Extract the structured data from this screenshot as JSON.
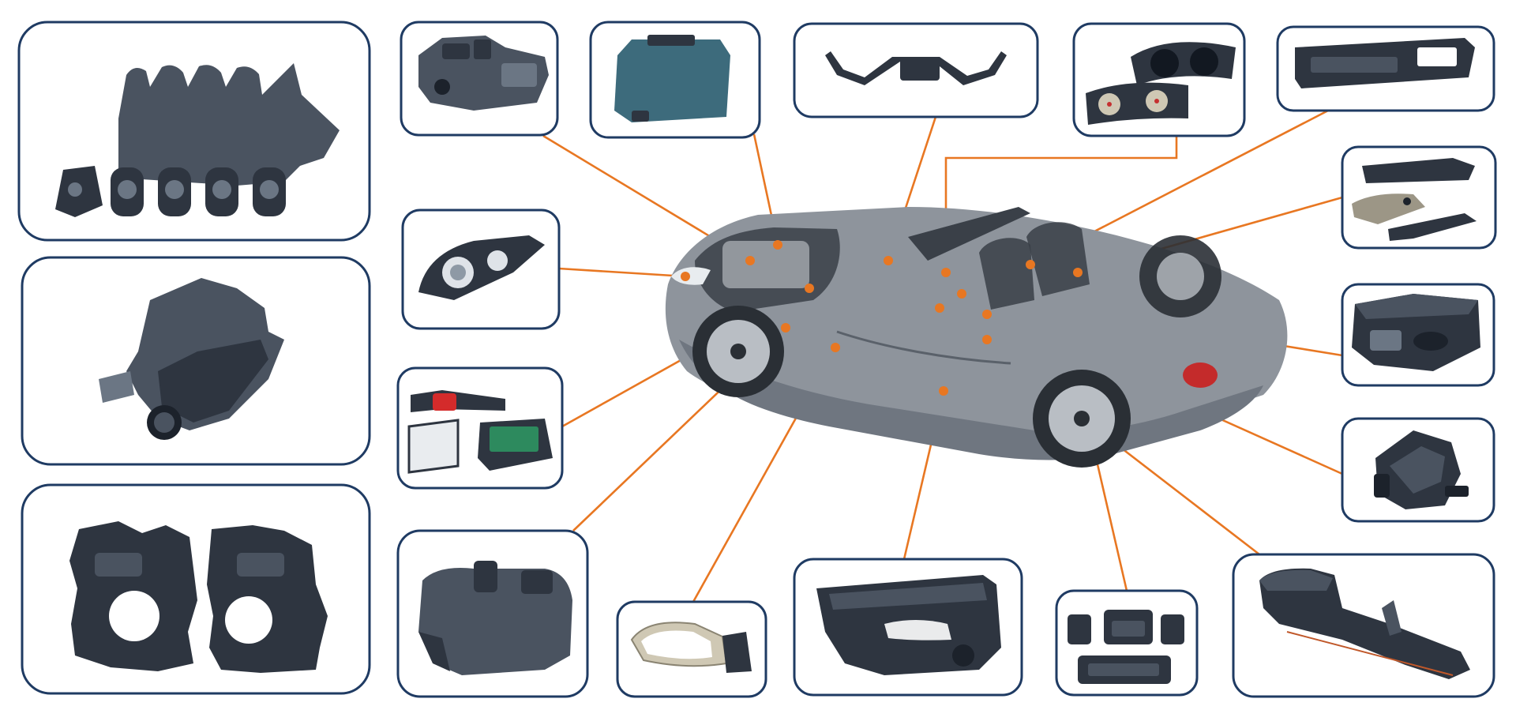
{
  "diagram": {
    "accent_color": "#e87722",
    "frame_color": "#1f3b63",
    "center_object": "car-cutaway",
    "parts": [
      {
        "id": "intake-manifold",
        "label": ""
      },
      {
        "id": "air-filter-housing",
        "label": ""
      },
      {
        "id": "engine-cover-bracket",
        "label": ""
      },
      {
        "id": "engine-cover",
        "label": ""
      },
      {
        "id": "coolant-tank",
        "label": ""
      },
      {
        "id": "dashboard-crossbeam",
        "label": ""
      },
      {
        "id": "instrument-cluster",
        "label": ""
      },
      {
        "id": "console-panel",
        "label": ""
      },
      {
        "id": "headlamp",
        "label": ""
      },
      {
        "id": "filter-elements",
        "label": ""
      },
      {
        "id": "washer-reservoir",
        "label": ""
      },
      {
        "id": "side-mirror",
        "label": ""
      },
      {
        "id": "door-trim-panel",
        "label": ""
      },
      {
        "id": "air-vents",
        "label": ""
      },
      {
        "id": "center-console",
        "label": ""
      },
      {
        "id": "armrest-trims",
        "label": ""
      },
      {
        "id": "glovebox-storage",
        "label": ""
      },
      {
        "id": "support-bracket",
        "label": ""
      }
    ]
  }
}
